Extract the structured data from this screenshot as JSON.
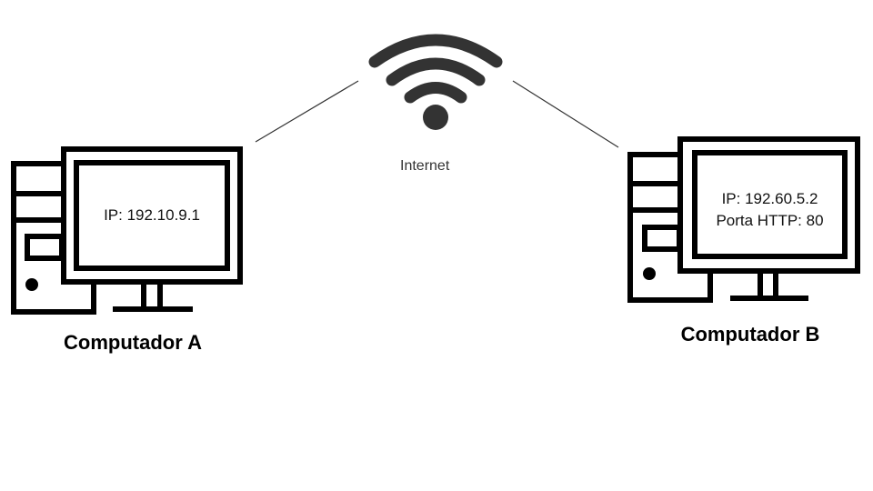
{
  "network": {
    "label": "Internet",
    "icon": "wifi-icon"
  },
  "computer_a": {
    "icon": "desktop-computer-icon",
    "name": "Computador A",
    "ip": "IP: 192.10.9.1"
  },
  "computer_b": {
    "icon": "desktop-computer-icon",
    "name": "Computador B",
    "ip": "IP: 192.60.5.2",
    "port": "Porta HTTP: 80"
  },
  "colors": {
    "outline": "#000000",
    "wifi": "#333333",
    "link": "#333333"
  }
}
